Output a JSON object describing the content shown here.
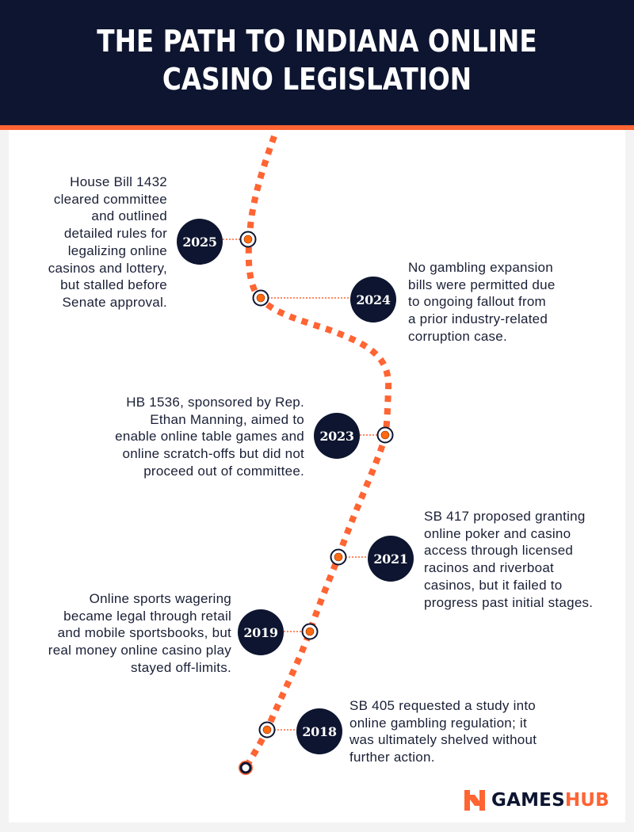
{
  "header": {
    "title_line1": "THE PATH TO INDIANA ONLINE",
    "title_line2": "CASINO LEGISLATION"
  },
  "colors": {
    "navy": "#0d1530",
    "orange": "#ff6433",
    "marker_fill": "#ff6a10",
    "text": "#1a2036",
    "page_bg": "#f3f3f3",
    "panel_bg": "#ffffff"
  },
  "timeline": {
    "events": [
      {
        "year": "2025",
        "side": "left",
        "lines": [
          "House Bill 1432",
          "cleared committee",
          "and outlined",
          "detailed rules for",
          "legalizing online",
          "casinos and lottery,",
          "but stalled before",
          "Senate approval."
        ]
      },
      {
        "year": "2024",
        "side": "right",
        "lines": [
          "No gambling expansion",
          "bills were permitted due",
          "to ongoing fallout from",
          "a prior industry-related",
          "corruption case."
        ]
      },
      {
        "year": "2023",
        "side": "left",
        "lines": [
          "HB 1536, sponsored by Rep.",
          "Ethan Manning, aimed to",
          "enable online table games and",
          "online scratch-offs but did not",
          "proceed out of committee."
        ]
      },
      {
        "year": "2021",
        "side": "right",
        "lines": [
          "SB 417 proposed granting",
          "online poker and casino",
          "access through licensed",
          "racinos and riverboat",
          "casinos, but it failed to",
          "progress past initial stages."
        ]
      },
      {
        "year": "2019",
        "side": "left",
        "lines": [
          "Online sports wagering",
          "became legal through retail",
          "and mobile sportsbooks, but",
          "real money online casino play",
          "stayed off-limits."
        ]
      },
      {
        "year": "2018",
        "side": "right",
        "lines": [
          "SB 405 requested a study into",
          "online gambling regulation; it",
          "was ultimately shelved without",
          "further action."
        ]
      }
    ]
  },
  "brand": {
    "logo_icon": "gameshub-logo-icon",
    "name_part1": "GAMES",
    "name_part2": "HUB"
  }
}
